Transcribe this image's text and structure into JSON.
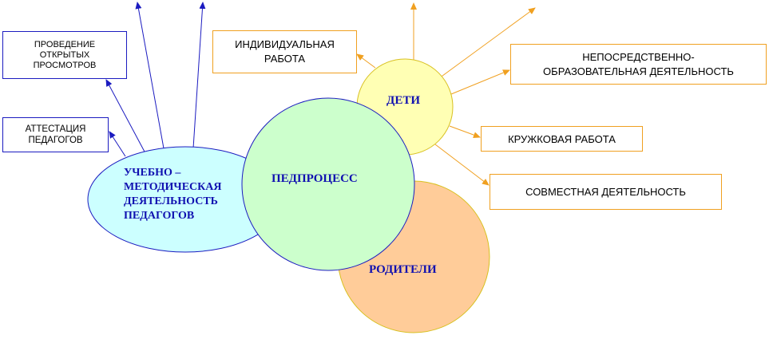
{
  "diagram": {
    "circles": {
      "deti": "ДЕТИ",
      "pedprocess": "ПЕДПРОЦЕСС",
      "roditeli": "РОДИТЕЛИ",
      "uchebno": "УЧЕБНО –\nМЕТОДИЧЕСКАЯ\nДЕЯТЕЛЬНОСТЬ\nПЕДАГОГОВ"
    },
    "boxes": {
      "open_views": "ПРОВЕДЕНИЕ\nОТКРЫТЫХ\nПРОСМОТРОВ",
      "attestation": "АТТЕСТАЦИЯ\nПЕДАГОГОВ",
      "individual": "ИНДИВИДУАЛЬНАЯ\nРАБОТА",
      "direct_edu": "НЕПОСРЕДСТВЕННО-\nОБРАЗОВАТЕЛЬНАЯ  ДЕЯТЕЛЬНОСТЬ",
      "circle_work": "КРУЖКОВАЯ РАБОТА",
      "joint": "СОВМЕСТНАЯ ДЕЯТЕЛЬНОСТЬ"
    },
    "colors": {
      "blue_line": "#1b1bc0",
      "orange_line": "#f0a020",
      "deti_fill": "#ffffb4",
      "pedprocess_fill": "#ccffcc",
      "roditeli_fill": "#ffcc99",
      "uchebno_fill": "#ccffff"
    }
  }
}
